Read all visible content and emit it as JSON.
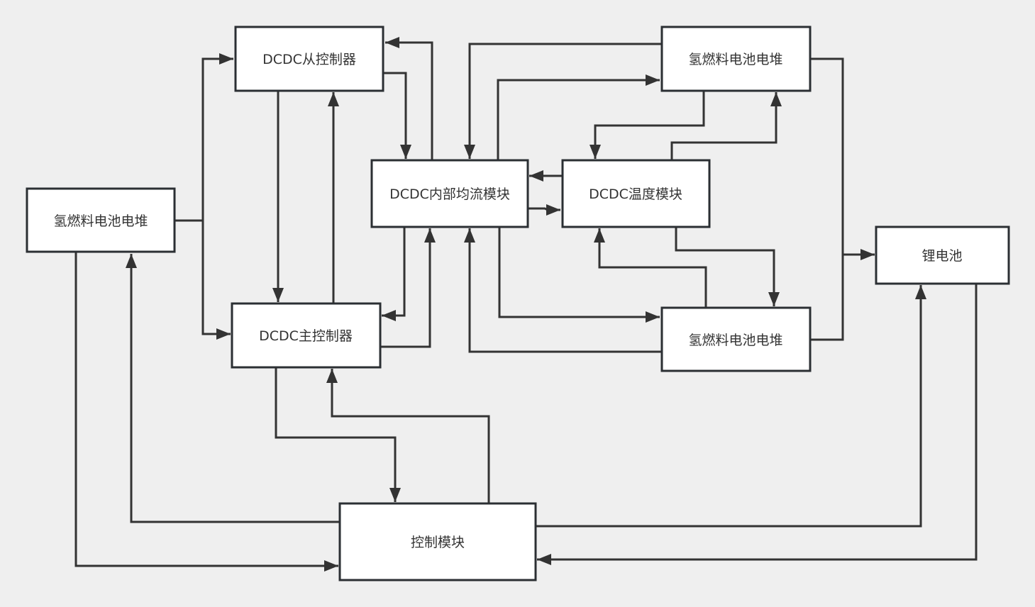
{
  "diagram": {
    "background": "#efefef",
    "line_color": "#333333",
    "nodes": [
      {
        "id": "slave-controller",
        "label": "DCDC从控制器"
      },
      {
        "id": "fuel-cell-top",
        "label": "氢燃料电池电堆"
      },
      {
        "id": "fuel-cell-left",
        "label": "氢燃料电池电堆"
      },
      {
        "id": "current-sharing",
        "label": "DCDC内部均流模块"
      },
      {
        "id": "temperature",
        "label": "DCDC温度模块"
      },
      {
        "id": "lithium-battery",
        "label": "锂电池"
      },
      {
        "id": "master-controller",
        "label": "DCDC主控制器"
      },
      {
        "id": "fuel-cell-bottom",
        "label": "氢燃料电池电堆"
      },
      {
        "id": "control-module",
        "label": "控制模块"
      }
    ],
    "edges": [
      {
        "from": "fuel-cell-left",
        "to": "slave-controller"
      },
      {
        "from": "fuel-cell-left",
        "to": "master-controller"
      },
      {
        "from": "fuel-cell-left",
        "to": "control-module"
      },
      {
        "from": "control-module",
        "to": "fuel-cell-left"
      },
      {
        "from": "slave-controller",
        "to": "master-controller"
      },
      {
        "from": "master-controller",
        "to": "slave-controller"
      },
      {
        "from": "slave-controller",
        "to": "current-sharing"
      },
      {
        "from": "current-sharing",
        "to": "slave-controller"
      },
      {
        "from": "current-sharing",
        "to": "master-controller"
      },
      {
        "from": "master-controller",
        "to": "current-sharing"
      },
      {
        "from": "master-controller",
        "to": "control-module"
      },
      {
        "from": "control-module",
        "to": "master-controller"
      },
      {
        "from": "fuel-cell-top",
        "to": "current-sharing"
      },
      {
        "from": "current-sharing",
        "to": "fuel-cell-top"
      },
      {
        "from": "temperature",
        "to": "current-sharing"
      },
      {
        "from": "current-sharing",
        "to": "temperature"
      },
      {
        "from": "fuel-cell-top",
        "to": "temperature"
      },
      {
        "from": "temperature",
        "to": "fuel-cell-top"
      },
      {
        "from": "temperature",
        "to": "fuel-cell-bottom"
      },
      {
        "from": "fuel-cell-bottom",
        "to": "temperature"
      },
      {
        "from": "current-sharing",
        "to": "fuel-cell-bottom"
      },
      {
        "from": "fuel-cell-bottom",
        "to": "current-sharing"
      },
      {
        "from": "fuel-cell-top",
        "to": "lithium-battery"
      },
      {
        "from": "fuel-cell-bottom",
        "to": "lithium-battery"
      },
      {
        "from": "control-module",
        "to": "lithium-battery"
      },
      {
        "from": "lithium-battery",
        "to": "control-module"
      }
    ]
  }
}
